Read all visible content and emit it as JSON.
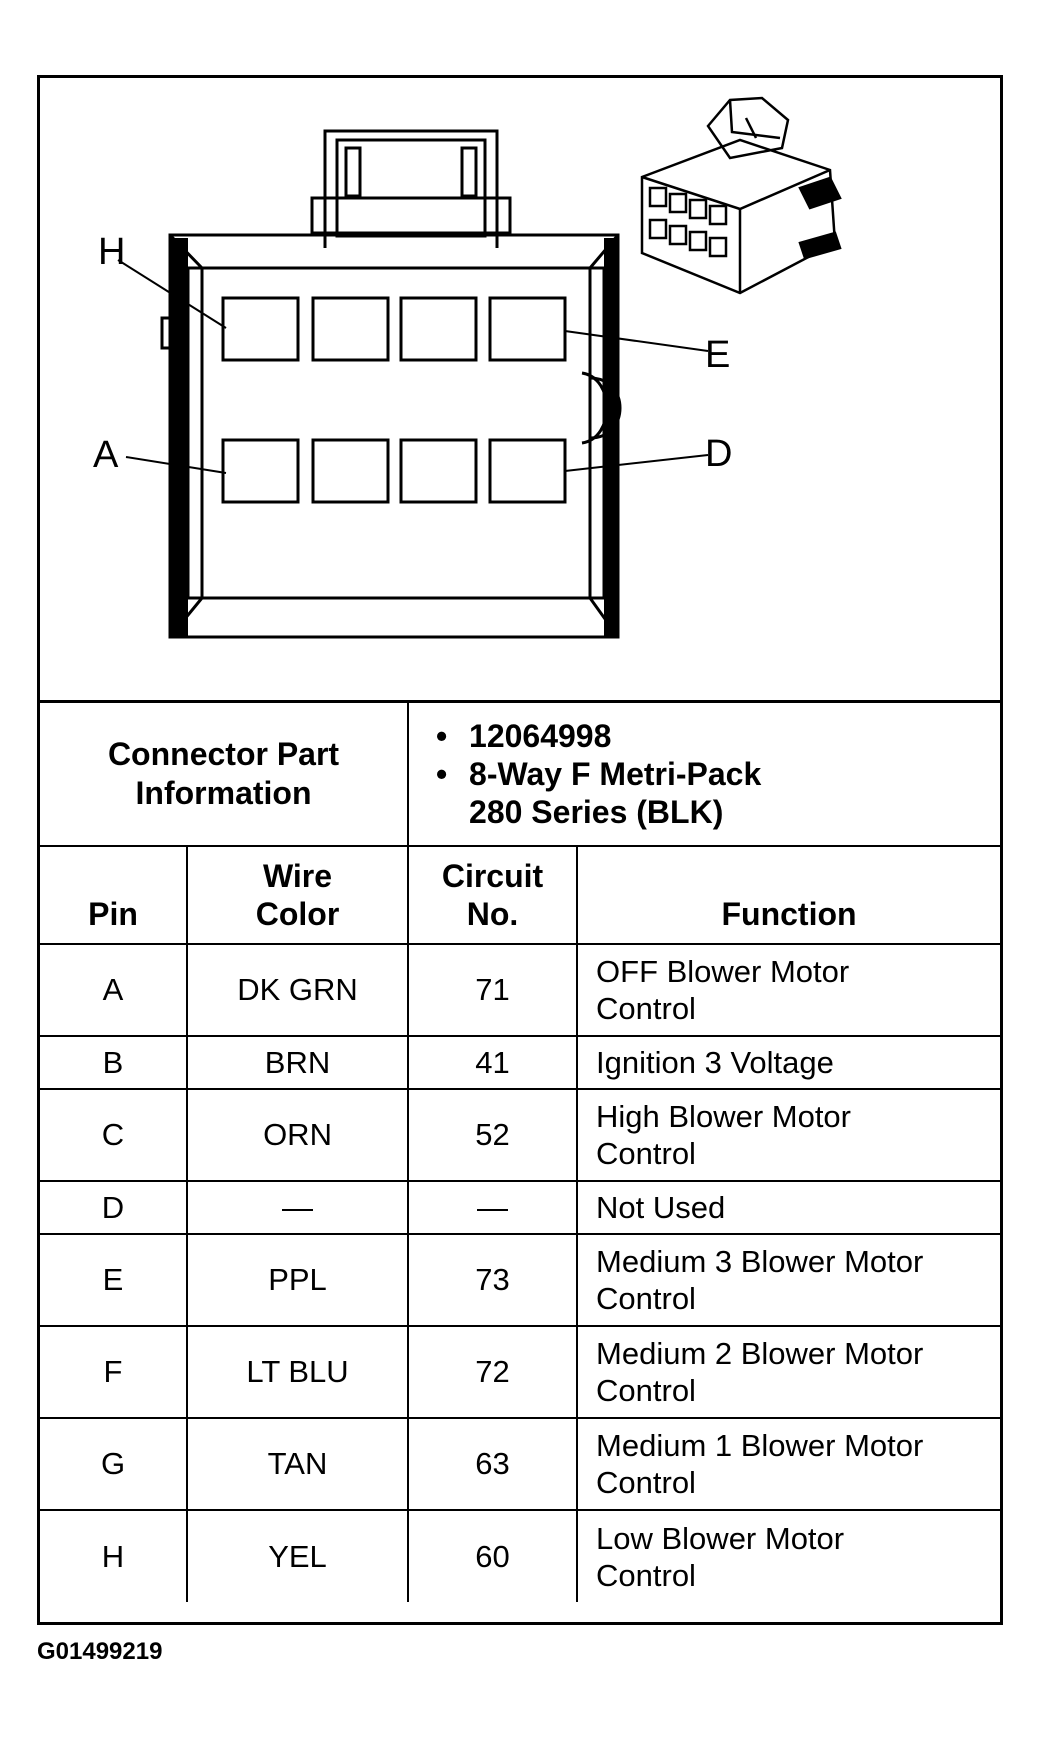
{
  "diagram": {
    "pin_labels": {
      "top_left": "H",
      "top_right": "E",
      "bottom_left": "A",
      "bottom_right": "D"
    }
  },
  "connector_info": {
    "heading_line1": "Connector Part",
    "heading_line2": "Information",
    "part_number": "12064998",
    "description_line1": "8-Way F Metri-Pack",
    "description_line2": "280 Series (BLK)"
  },
  "table": {
    "headers": {
      "pin": "Pin",
      "wire_color_line1": "Wire",
      "wire_color_line2": "Color",
      "circuit_line1": "Circuit",
      "circuit_line2": "No.",
      "function": "Function"
    },
    "rows": [
      {
        "pin": "A",
        "wire": "DK GRN",
        "circuit": "71",
        "function_line1": "OFF Blower Motor",
        "function_line2": "Control"
      },
      {
        "pin": "B",
        "wire": "BRN",
        "circuit": "41",
        "function_line1": "Ignition 3 Voltage",
        "function_line2": ""
      },
      {
        "pin": "C",
        "wire": "ORN",
        "circuit": "52",
        "function_line1": "High Blower Motor",
        "function_line2": "Control"
      },
      {
        "pin": "D",
        "wire": "—",
        "circuit": "—",
        "function_line1": "Not Used",
        "function_line2": ""
      },
      {
        "pin": "E",
        "wire": "PPL",
        "circuit": "73",
        "function_line1": "Medium 3 Blower Motor",
        "function_line2": "Control"
      },
      {
        "pin": "F",
        "wire": "LT BLU",
        "circuit": "72",
        "function_line1": "Medium 2 Blower Motor",
        "function_line2": "Control"
      },
      {
        "pin": "G",
        "wire": "TAN",
        "circuit": "63",
        "function_line1": "Medium 1 Blower Motor",
        "function_line2": "Control"
      },
      {
        "pin": "H",
        "wire": "YEL",
        "circuit": "60",
        "function_line1": "Low Blower Motor",
        "function_line2": "Control"
      }
    ]
  },
  "figure_id": "G01499219"
}
